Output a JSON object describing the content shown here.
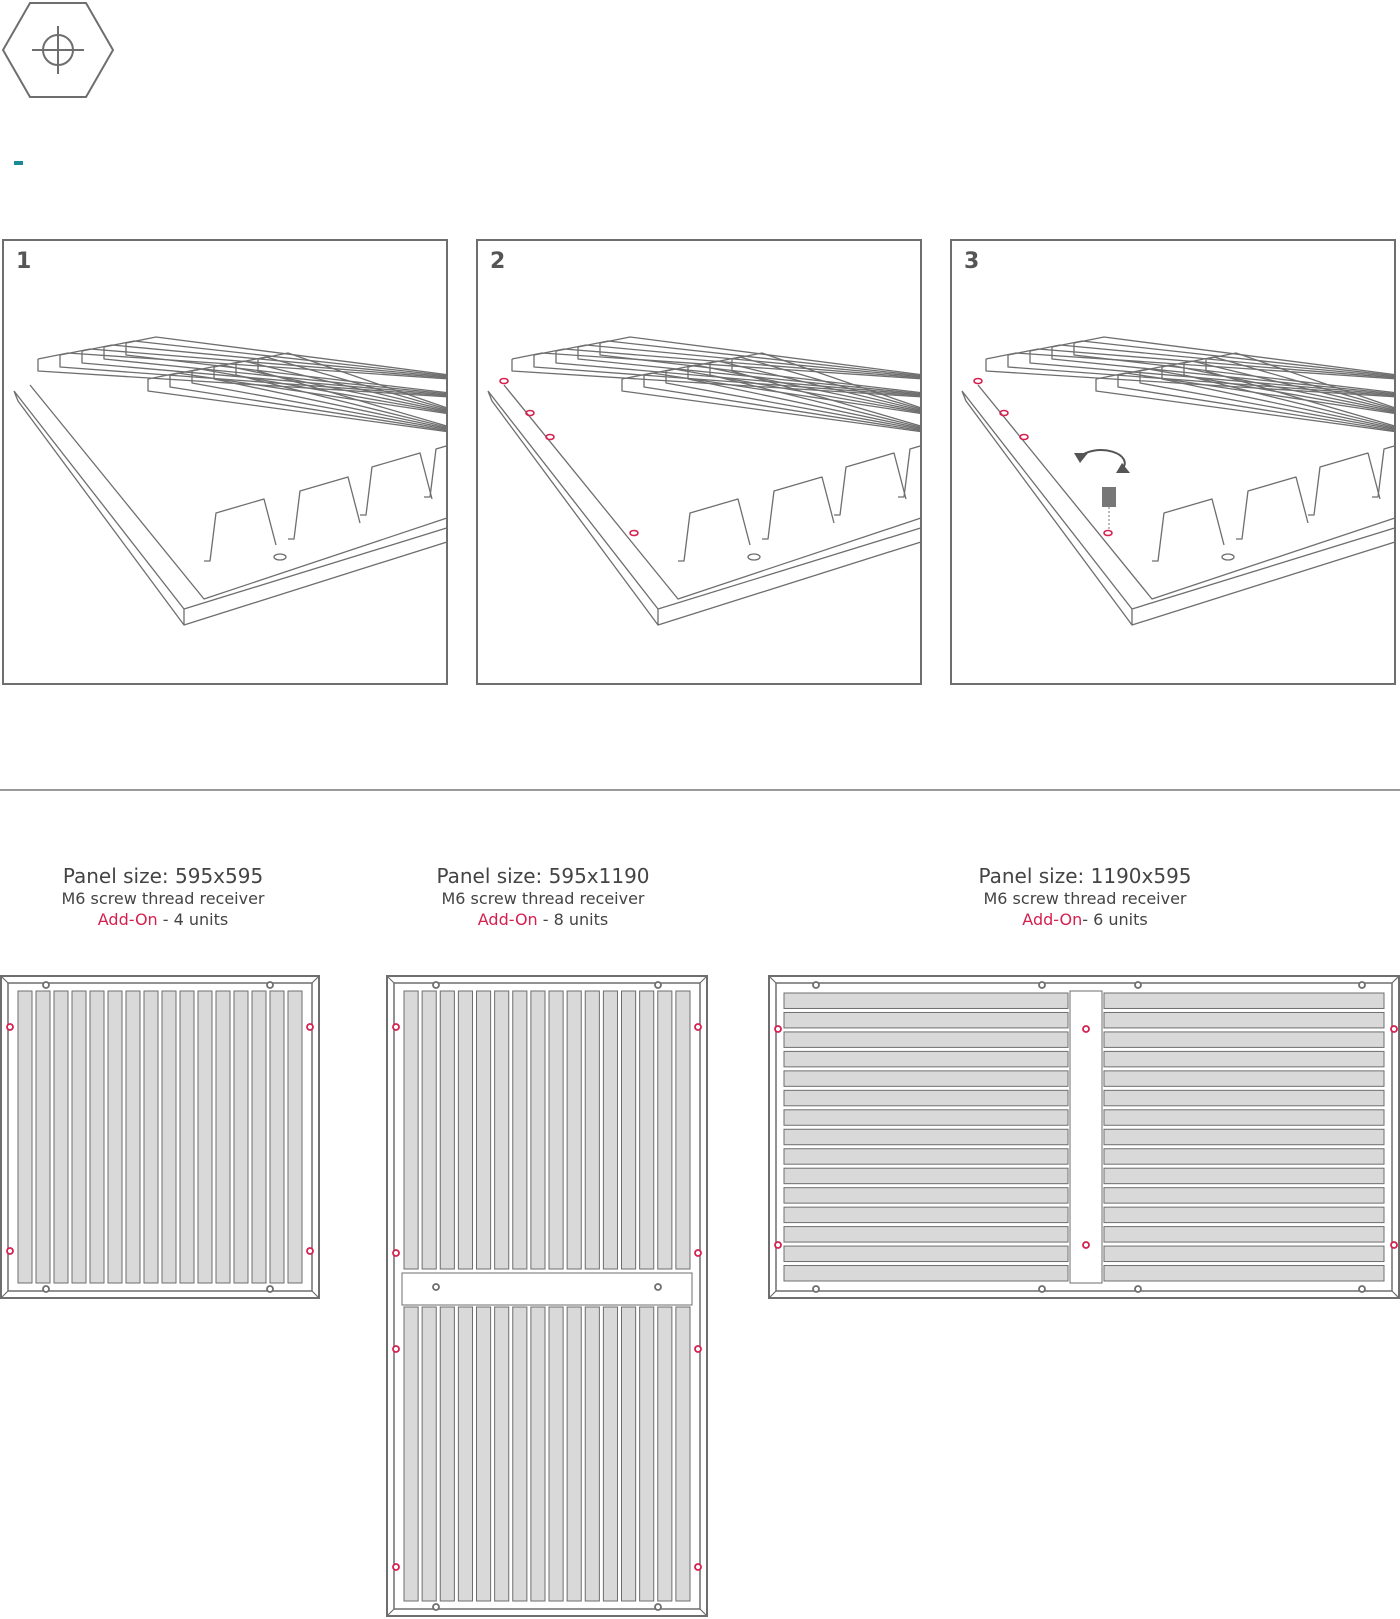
{
  "header": {
    "icon": "hex-crosshair-icon",
    "accent_color": "#1a8a96"
  },
  "steps": [
    {
      "number": "1"
    },
    {
      "number": "2"
    },
    {
      "number": "3"
    }
  ],
  "panels": [
    {
      "title": "Panel size: 595x595",
      "receiver": "M6 screw thread receiver",
      "addon_label": "Add-On",
      "addon_rest": " - 4 units"
    },
    {
      "title": "Panel size: 595x1190",
      "receiver": "M6 screw thread receiver",
      "addon_label": "Add-On",
      "addon_rest": " - 8 units"
    },
    {
      "title": "Panel size: 1190x595",
      "receiver": "M6 screw thread receiver",
      "addon_label": "Add-On",
      "addon_rest": "- 6 units"
    }
  ],
  "colors": {
    "line": "#6e6e6e",
    "receiver_marker": "#d6204e",
    "slat_fill": "#d9d9d9"
  }
}
